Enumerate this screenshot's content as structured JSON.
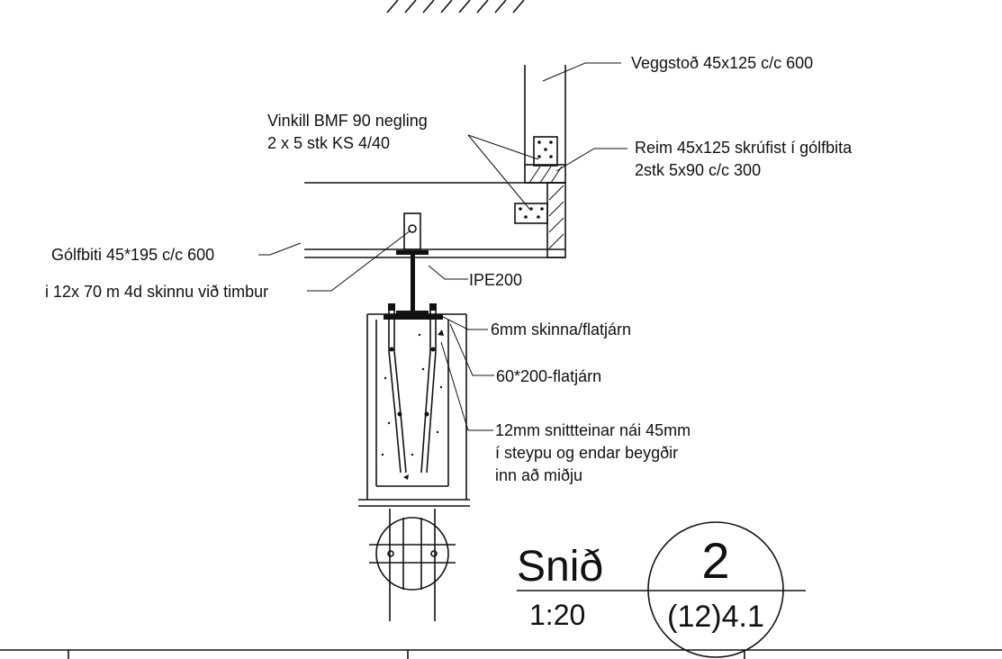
{
  "labels": {
    "veggstod": "Veggstoð 45x125 c/c 600",
    "vinkill_1": "Vinkill BMF 90 negling",
    "vinkill_2": "2 x 5 stk KS 4/40",
    "reim_1": "Reim 45x125 skrúfist í gólfbita",
    "reim_2": "2stk 5x90 c/c 300",
    "golfbiti": "Gólfbiti 45*195 c/c 600",
    "bolt": "i 12x 70 m 4d skinnu við timbur",
    "ipe": "IPE200",
    "skinna": "6mm skinna/flatjárn",
    "flatjarn": "60*200-flatjárn",
    "snitt_1": "12mm snittteinar nái 45mm",
    "snitt_2": "í steypu og endar beygðir",
    "snitt_3": "inn að miðju"
  },
  "title_block": {
    "section_word": "Snið",
    "scale": "1:20",
    "detail_number": "2",
    "sheet_ref": "(12)4.1"
  }
}
